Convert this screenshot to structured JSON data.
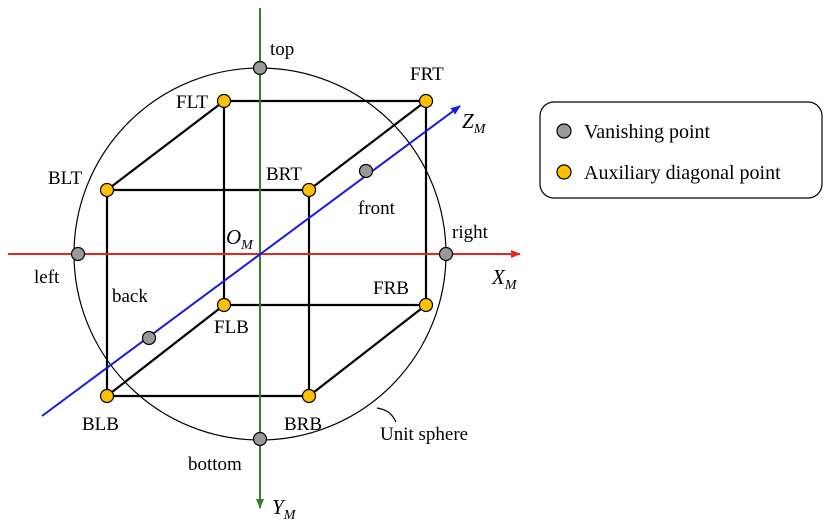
{
  "colors": {
    "x_axis": "#e8261f",
    "y_axis": "#3a7d2c",
    "z_axis": "#1a1ae0",
    "cube_edge": "#000000",
    "sphere": "#000000",
    "vanishing_point": "#9a9a9a",
    "auxiliary_point": "#ffc000"
  },
  "axes": {
    "x": {
      "main": "X",
      "sub": "M"
    },
    "y": {
      "main": "Y",
      "sub": "M"
    },
    "z": {
      "main": "Z",
      "sub": "M"
    },
    "origin": {
      "main": "O",
      "sub": "M"
    }
  },
  "vanishing_points": {
    "top": "top",
    "bottom": "bottom",
    "left": "left",
    "right": "right",
    "front": "front",
    "back": "back"
  },
  "auxiliary_points": {
    "flt": "FLT",
    "frt": "FRT",
    "blt": "BLT",
    "brt": "BRT",
    "flb": "FLB",
    "frb": "FRB",
    "blb": "BLB",
    "brb": "BRB"
  },
  "sphere_label": "Unit sphere",
  "legend": {
    "vanishing": "Vanishing point",
    "auxiliary": "Auxiliary diagonal point"
  }
}
